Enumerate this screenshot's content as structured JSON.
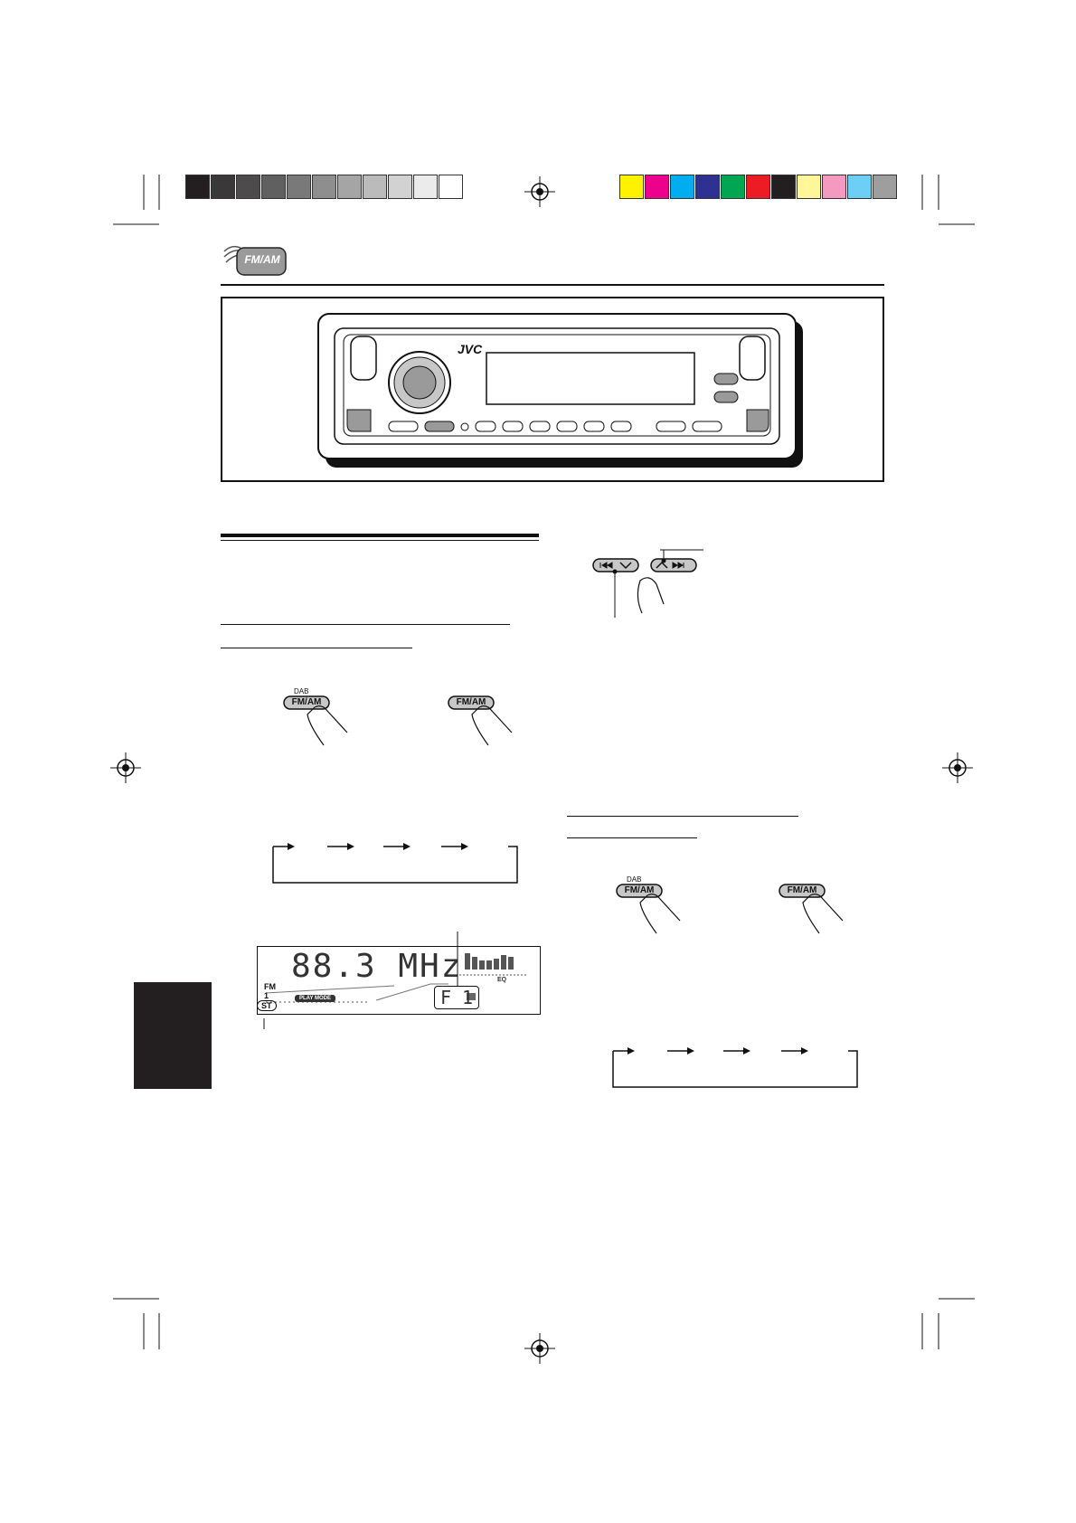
{
  "header": {
    "source_icon_label": "FM/AM"
  },
  "color_bar": {
    "grays": [
      "#231f20",
      "#3a3839",
      "#4d4b4c",
      "#616060",
      "#7a7979",
      "#8f8e8e",
      "#a6a5a5",
      "#bcbbbb",
      "#d3d2d2",
      "#ebebeb",
      "#ffffff"
    ],
    "colors": [
      "#fff200",
      "#ec008c",
      "#00aeef",
      "#2e3192",
      "#00a651",
      "#ed1c24",
      "#231f20",
      "#fff799",
      "#f49ac1",
      "#6dcff6",
      "#9e9e9e"
    ]
  },
  "unit_illustration": {
    "brand": "JVC"
  },
  "left_column": {
    "fm_am_button_1": {
      "top_label": "DAB",
      "label": "FM/AM"
    },
    "fm_am_button_2": {
      "label": "FM/AM"
    },
    "display": {
      "frequency": "88.3 MHz",
      "band": "FM",
      "band_number": "1",
      "stereo_indicator": "ST",
      "play_mode": "PLAY MODE",
      "preset": "F 1",
      "eq_label": "EQ"
    }
  },
  "right_column": {
    "fm_am_button_1": {
      "top_label": "DAB",
      "label": "FM/AM"
    },
    "fm_am_button_2": {
      "label": "FM/AM"
    }
  }
}
